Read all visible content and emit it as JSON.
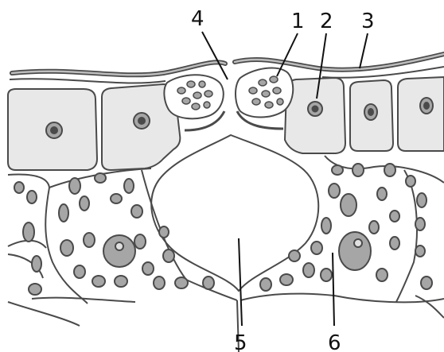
{
  "diagram": {
    "labels": [
      "1",
      "2",
      "3",
      "4",
      "5",
      "6"
    ]
  },
  "colors": {
    "line": "#4a4a4a",
    "cuticle": "#8a8a8a",
    "cell_fill": "#e8e8e8",
    "organelle": "#a6a6a6",
    "background": "#ffffff"
  }
}
